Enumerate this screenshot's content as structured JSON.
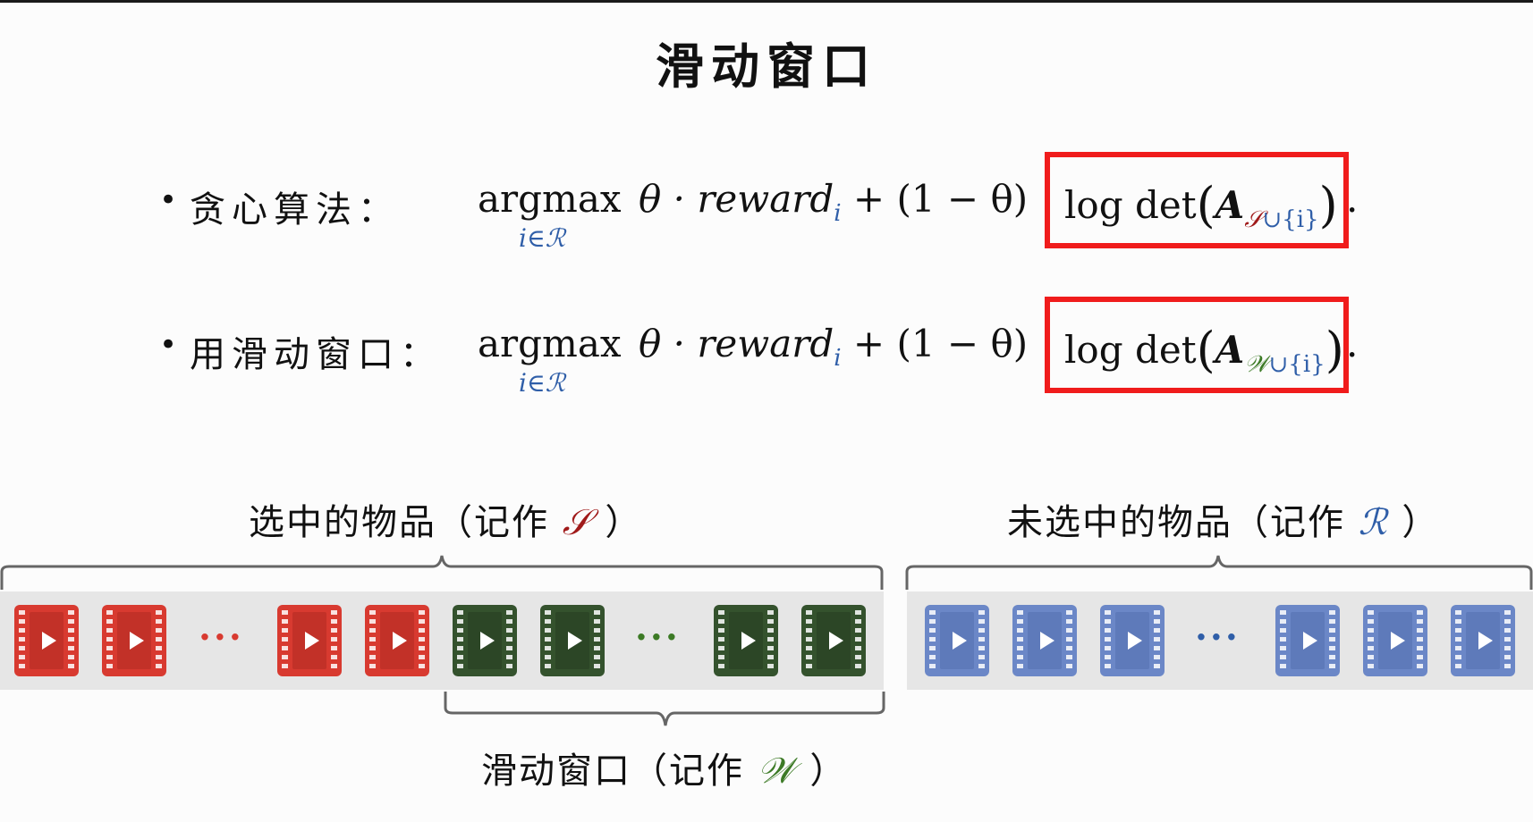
{
  "title": "滑动窗口",
  "bullets": [
    {
      "label": "贪心算法：",
      "set_symbol": "𝒮",
      "set_color": "#a01a1a"
    },
    {
      "label": "用滑动窗口：",
      "set_symbol": "𝒲",
      "set_color": "#3c7a25"
    }
  ],
  "formula": {
    "argmax": "argmax",
    "under": "i∈ℛ",
    "theta_part": "θ · reward",
    "theta_sub": "i",
    "plus_part": " + (1 − θ)",
    "logdet": "log det",
    "matrix": "A",
    "union": "∪{i}",
    "end": "."
  },
  "groups": {
    "selected_label": "选中的物品（记作 ",
    "selected_symbol": "𝒮",
    "selected_close": " ）",
    "unselected_label": "未选中的物品（记作 ",
    "unselected_symbol": "ℛ",
    "unselected_close": " ）",
    "window_label": "滑动窗口（记作 ",
    "window_symbol": "𝒲",
    "window_close": " ）"
  },
  "ellipsis": "···",
  "colors": {
    "red": "#d83a30",
    "green": "#34522d",
    "blue": "#6b87c7",
    "highlight": "#f01c1c"
  },
  "icons": {
    "video": "video-play-icon"
  }
}
